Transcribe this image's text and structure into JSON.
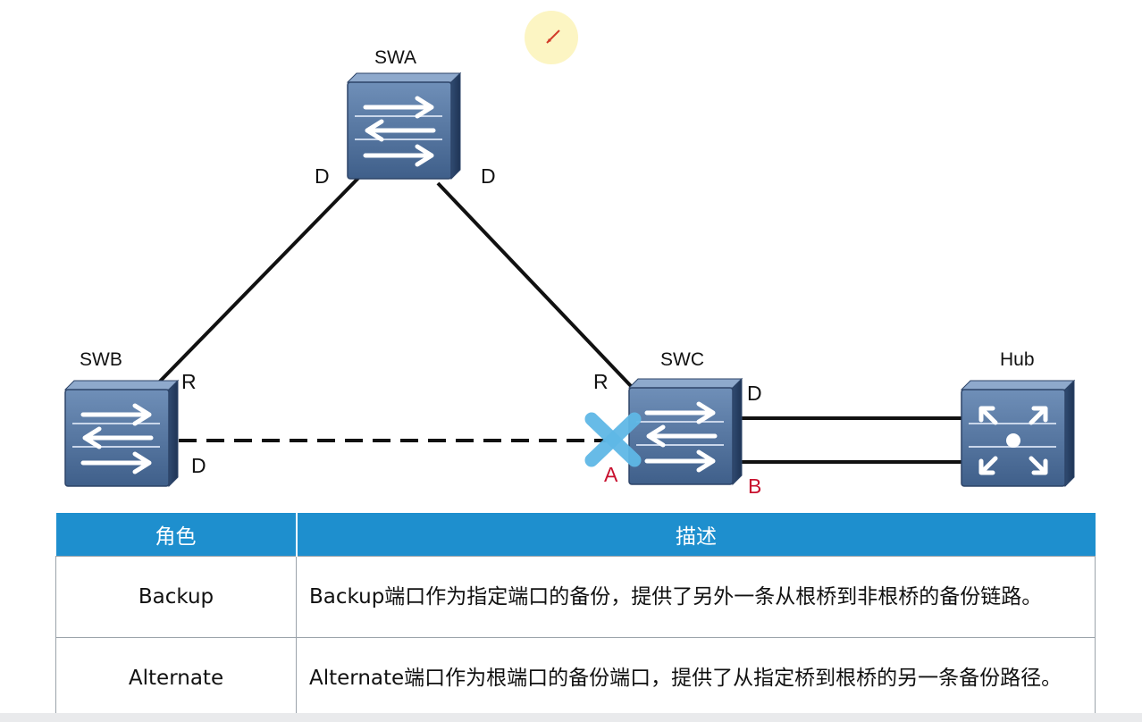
{
  "devices": {
    "swa": "SWA",
    "swb": "SWB",
    "swc": "SWC",
    "hub": "Hub"
  },
  "ports": {
    "swa_left": "D",
    "swa_right": "D",
    "swb_root": "R",
    "swb_designated": "D",
    "swc_root": "R",
    "swc_designated": "D",
    "swc_alternate": "A",
    "swc_backup": "B"
  },
  "colors": {
    "header": "#1e8fce",
    "blocked_port": "#c8102e",
    "block_mark": "#5fb8e6",
    "switch_face": "#5c7ba3"
  },
  "table": {
    "headers": [
      "角色",
      "描述"
    ],
    "rows": [
      {
        "role": "Backup",
        "desc": "Backup端口作为指定端口的备份，提供了另外一条从根桥到非根桥的备份链路。"
      },
      {
        "role": "Alternate",
        "desc": "Alternate端口作为根端口的备份端口，提供了从指定桥到根桥的另一条备份路径。"
      }
    ]
  }
}
